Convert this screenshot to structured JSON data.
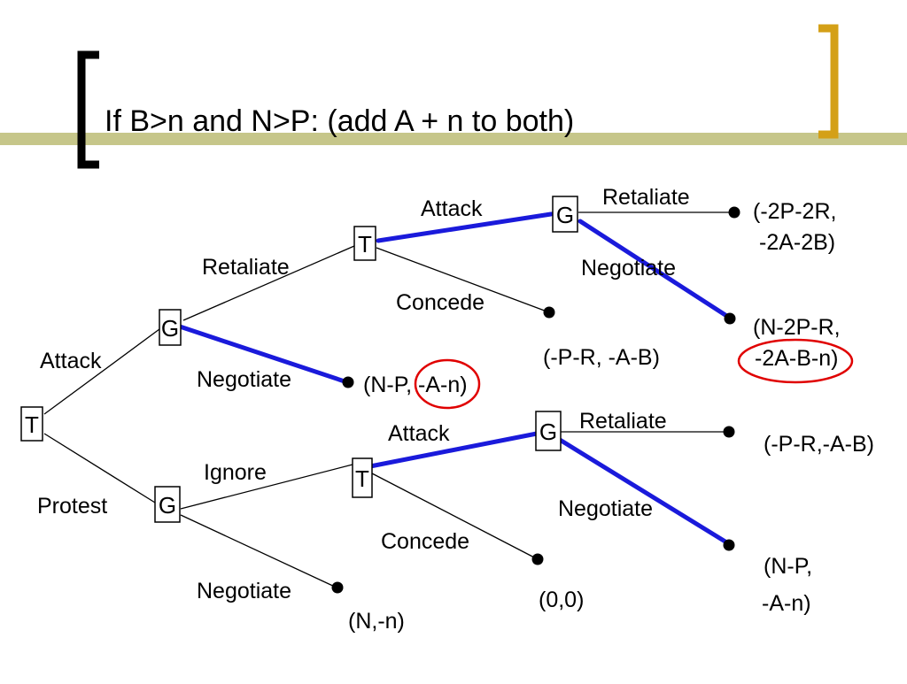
{
  "slide": {
    "title": "If B>n and N>P: (add A + n to both)",
    "colors": {
      "title_bar": "#c6c68a",
      "bracket": "#d4a017",
      "optimal_path": "#1a1adb",
      "highlight": "#e00000"
    }
  },
  "tree": {
    "nodes": {
      "root": "T",
      "g_upper": "G",
      "t_upper": "T",
      "g_upper_right": "G",
      "g_lower": "G",
      "t_lower": "T",
      "g_lower_right": "G"
    },
    "edges": {
      "attack": "Attack",
      "protest": "Protest",
      "retaliate_upper": "Retaliate",
      "negotiate_upper": "Negotiate",
      "attack_upper": "Attack",
      "concede_upper": "Concede",
      "retaliate_upper_right": "Retaliate",
      "negotiate_upper_right": "Negotiate",
      "ignore_lower": "Ignore",
      "negotiate_lower": "Negotiate",
      "attack_lower": "Attack",
      "concede_lower": "Concede",
      "retaliate_lower_right": "Retaliate",
      "negotiate_lower_right": "Negotiate"
    },
    "payoffs": {
      "upper_retaliate_l1": "(-2P-2R,",
      "upper_retaliate_l2": "-2A-2B)",
      "upper_negotiate_l1": "(N-2P-R,",
      "upper_negotiate_l2": "-2A-B-n)",
      "upper_concede": "(-P-R, -A-B)",
      "upper_g_negotiate": "(N-P, -A-n)",
      "lower_retaliate": "(-P-R,-A-B)",
      "lower_negotiate_l1": "(N-P,",
      "lower_negotiate_l2": "-A-n)",
      "lower_concede": "(0,0)",
      "lower_g_negotiate": "(N,-n)"
    }
  }
}
